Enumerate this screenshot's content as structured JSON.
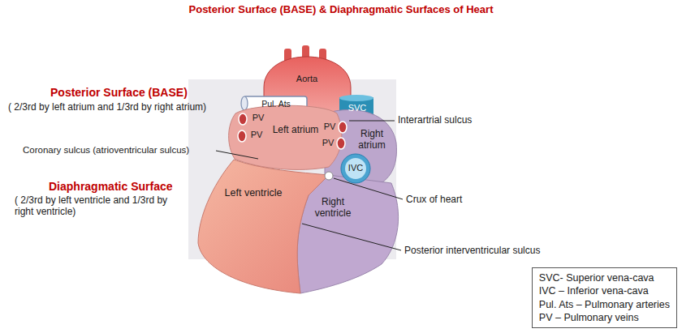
{
  "diagram": {
    "title": "Posterior Surface (BASE) & Diaphragmatic Surfaces of Heart",
    "nodes": [
      {
        "text": [
          "SVC- Superior vena-cava",
          "IVC – Inferior vena-cava",
          "Pul. Ats – Pulmonary arteries",
          "PV – Pulmonary veins"
        ]
      }
    ],
    "labels": [
      "Posterior Surface (BASE)",
      "( 2/3rd by left atrium and 1/3rd by right atrium)",
      "Coronary sulcus (atrioventricular sulcus)",
      "Diaphragmatic Surface",
      "( 2/3rd by left ventricle and 1/3rd by right ventricle)",
      "Aorta",
      "Pul. Ats",
      "SVC",
      "PV",
      "PV",
      "Left atrium",
      "PV",
      "PV",
      "Right atrium",
      "IVC",
      "Interartrial sulcus",
      "Left ventricle",
      "Right ventricle",
      "Crux of heart",
      "Posterior interventricular sulcus"
    ]
  }
}
